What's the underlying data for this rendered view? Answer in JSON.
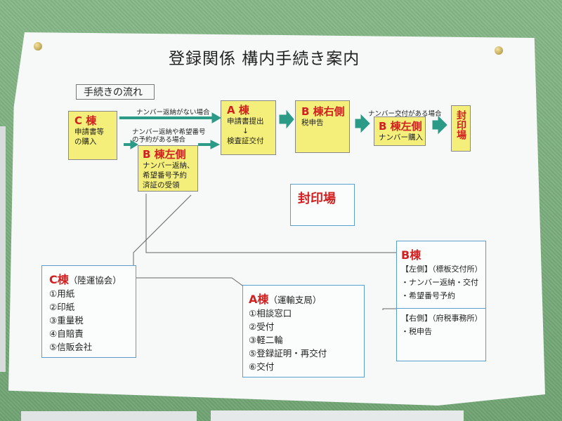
{
  "title": "登録関係 構内手続き案内",
  "flow_label": "手続きの流れ",
  "flow": {
    "c": {
      "head": "C 棟",
      "lines": [
        "申請書等",
        "の購入"
      ]
    },
    "b_left": {
      "head": "B 棟左側",
      "lines": [
        "ナンバー返納、",
        "希望番号予約",
        "済証の受領"
      ]
    },
    "a": {
      "head": "A 棟",
      "lines": [
        "申請書提出",
        "↓",
        "検査証交付"
      ]
    },
    "b_right": {
      "head": "B 棟右側",
      "lines": [
        "税申告"
      ]
    },
    "b_left2": {
      "head": "B 棟左側",
      "lines": [
        "ナンバー購入"
      ]
    },
    "seal": {
      "head": "封印場"
    },
    "label_no_return": "ナンバー返納がない場合",
    "label_return": [
      "ナンバー返納や希望番号",
      "の予約がある場合"
    ],
    "label_issue": "ナンバー交付がある場合"
  },
  "seal_area": {
    "label": "封印場"
  },
  "c_building": {
    "title": "C棟",
    "subtitle": "（陸運協会）",
    "items": [
      "①用紙",
      "②印紙",
      "③重量税",
      "④自賠責",
      "⑤信販会社"
    ]
  },
  "a_building": {
    "title": "A棟",
    "subtitle": "（運輸支局）",
    "items": [
      "①相談窓口",
      "②受付",
      "③軽二輪",
      "⑤登録証明・再交付",
      "⑥交付"
    ]
  },
  "b_building": {
    "title": "B棟",
    "left_head": "【左側】（標板交付所）",
    "left_items": [
      "・ナンバー返納・交付",
      "・希望番号予約"
    ],
    "right_head": "【右側】（府税事務所）",
    "right_items": [
      "・税申告"
    ]
  },
  "colors": {
    "accent_red": "#d22020",
    "arrow_teal": "#2b9a86",
    "box_yellow": "#f4ef7a",
    "frame_blue": "#5a9fd0"
  }
}
